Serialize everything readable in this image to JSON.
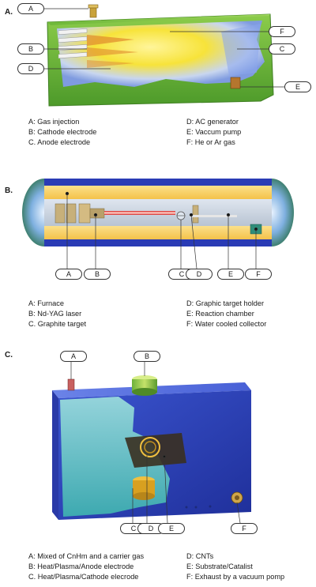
{
  "panels": {
    "a": {
      "label": "A.",
      "tags": [
        "A",
        "B",
        "C",
        "D",
        "E",
        "F"
      ],
      "legend_left": [
        "A: Gas injection",
        "B: Cathode electrode",
        "C. Anode electrode"
      ],
      "legend_right": [
        "D: AC generator",
        "E: Vaccum pump",
        "F: He or Ar gas"
      ]
    },
    "b": {
      "label": "B.",
      "tags": [
        "A",
        "B",
        "C",
        "D",
        "E",
        "F"
      ],
      "legend_left": [
        "A: Furnace",
        "B: Nd-YAG laser",
        "C. Graphite target"
      ],
      "legend_right": [
        "D: Graphic target holder",
        "E: Reaction chamber",
        "F: Water cooled collector"
      ]
    },
    "c": {
      "label": "C.",
      "tags": [
        "A",
        "B",
        "C",
        "D",
        "E",
        "F"
      ],
      "legend_left": [
        "A: Mixed of CnHm and a carrier gas",
        "B: Heat/Plasma/Anode electrode",
        "C. Heat/Plasma/Cathode elecrode"
      ],
      "legend_right": [
        "D: CNTs",
        "E: Substrate/Catalist",
        "F: Exhaust by a vacuum pomp"
      ]
    }
  },
  "colors": {
    "green_box": "#7cc243",
    "yellow_glow": "#f7e33a",
    "blue_chamber": "#2b3fb5",
    "teal_water": "#5fc9c4",
    "laser": "#e2332b"
  }
}
